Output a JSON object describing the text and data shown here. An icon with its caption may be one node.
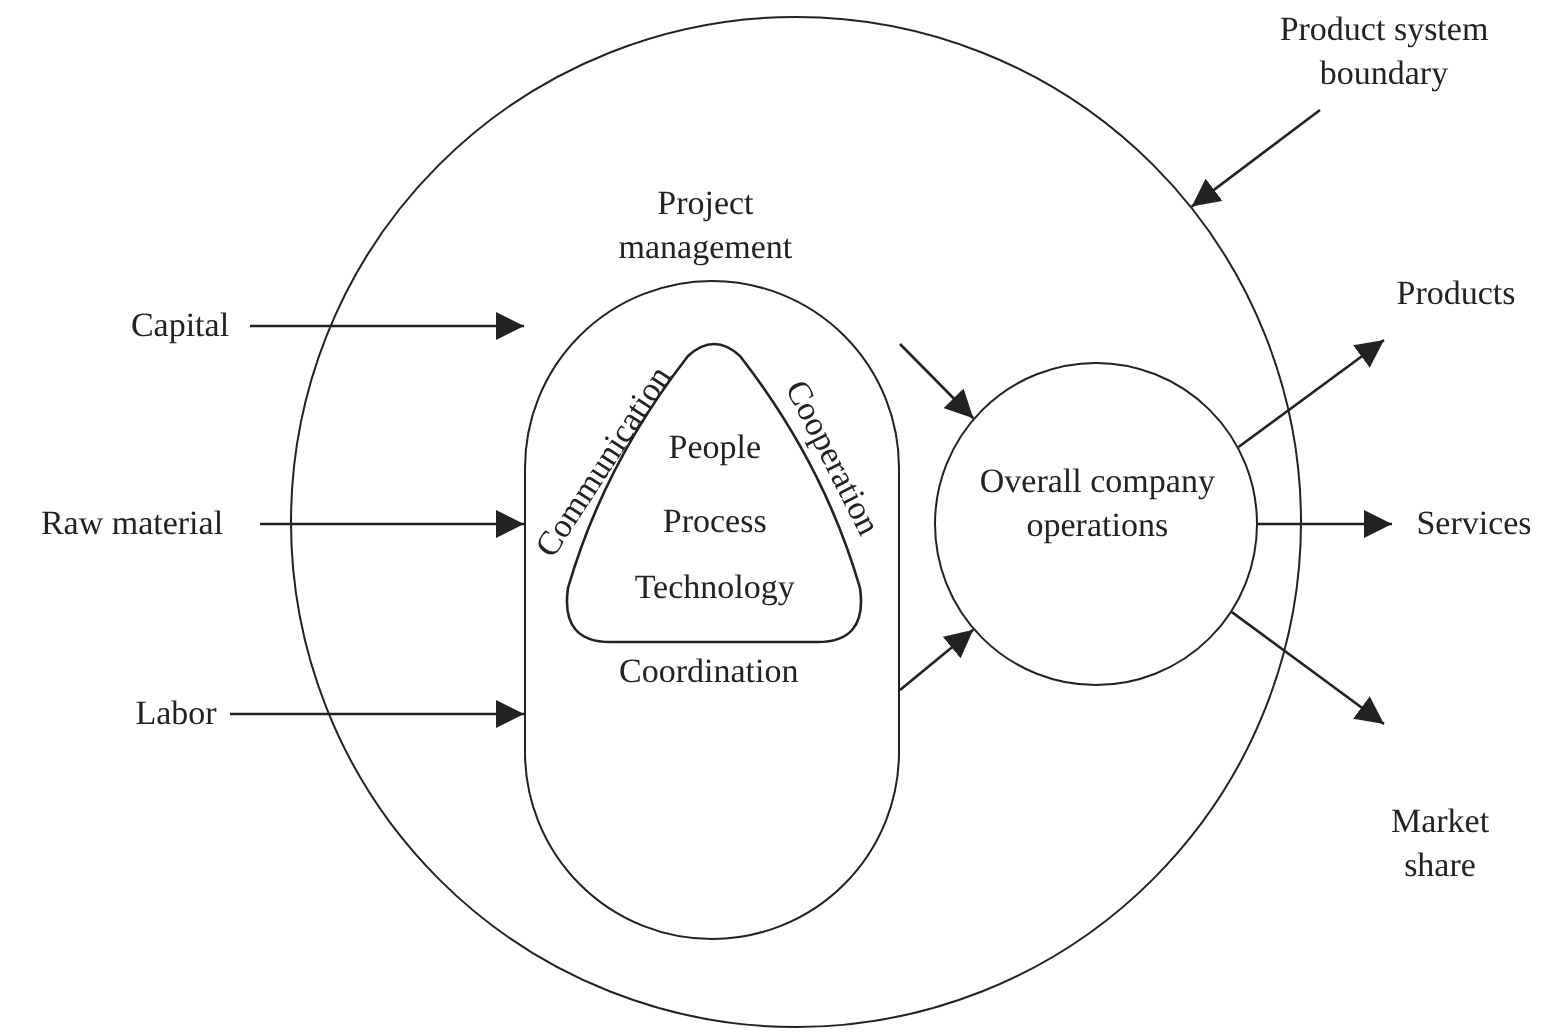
{
  "diagram": {
    "nodes": [
      {
        "text": [],
        "shape": "circle"
      },
      {
        "text": [
          "Project management"
        ],
        "in": 0
      },
      {
        "text": [
          "People",
          "Process",
          "Technology"
        ],
        "beside": [
          "Communication",
          "Cooperation",
          "Coordination"
        ],
        "in": 1
      },
      {
        "text": [
          "Overall company operations"
        ],
        "in": 0
      },
      {
        "text": [
          "Capital"
        ]
      },
      {
        "text": [
          "Raw material"
        ]
      },
      {
        "text": [
          "Labor"
        ]
      },
      {
        "text": [
          "Products"
        ]
      },
      {
        "text": [
          "Services"
        ]
      },
      {
        "text": [
          "Market share"
        ]
      },
      {
        "text": [
          "Product system boundary"
        ]
      }
    ],
    "edges": [
      {
        "from": 4,
        "to": 1,
        "arrow": "to"
      },
      {
        "from": 5,
        "to": 1,
        "arrow": "to"
      },
      {
        "from": 6,
        "to": 1,
        "arrow": "to"
      },
      {
        "from": 1,
        "to": 3,
        "arrow": "to"
      },
      {
        "from": 1,
        "to": 3,
        "arrow": "to"
      },
      {
        "from": 3,
        "to": 7,
        "arrow": "to"
      },
      {
        "from": 3,
        "to": 8,
        "arrow": "to"
      },
      {
        "from": 3,
        "to": 9,
        "arrow": "to"
      },
      {
        "from": 10,
        "to": 0,
        "arrow": "to"
      }
    ]
  }
}
